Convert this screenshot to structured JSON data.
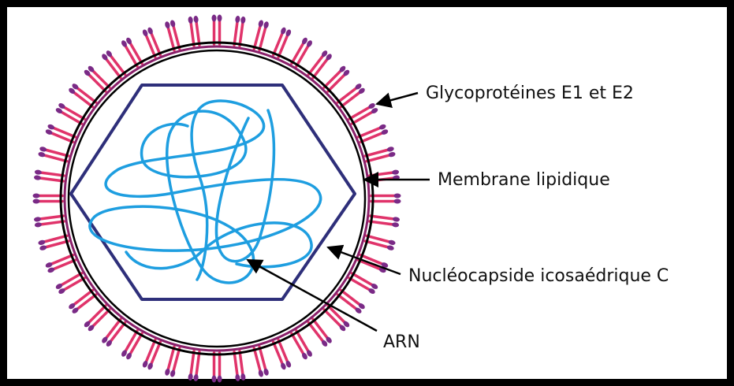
{
  "labels": {
    "glycoproteins": "Glycoprotéines E1 et E2",
    "membrane": "Membrane lipidique",
    "nucleocapsid": "Nucléocapside icosaédrique C",
    "rna": "ARN"
  },
  "colors": {
    "frame": "#000000",
    "spike_stalk": "#e0336a",
    "spike_head": "#7a2a86",
    "membrane_outer": "#000000",
    "membrane_inner": "#8a1f6a",
    "capsid": "#2e2f7a",
    "rna": "#1e9ee0",
    "arrow": "#000000"
  },
  "spike_count": 48
}
